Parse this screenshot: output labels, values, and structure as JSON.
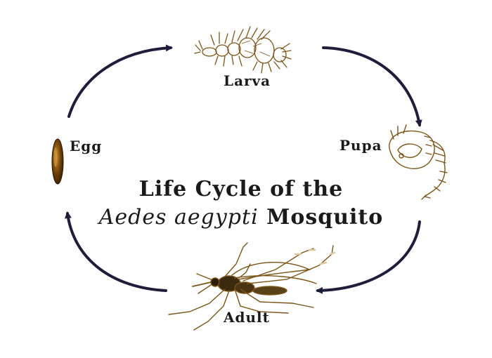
{
  "stages": {
    "larva": "Larva",
    "pupa": "Pupa",
    "egg": "Egg",
    "adult": "Adult"
  },
  "title": {
    "line1": "Life Cycle of the",
    "species": "Aedes aegypti",
    "suffix": "Mosquito"
  },
  "colors": {
    "arrow": "#1e1e3c",
    "illustration": "#7a5418",
    "egg": "#5a3606",
    "text": "#1a1a1a"
  }
}
